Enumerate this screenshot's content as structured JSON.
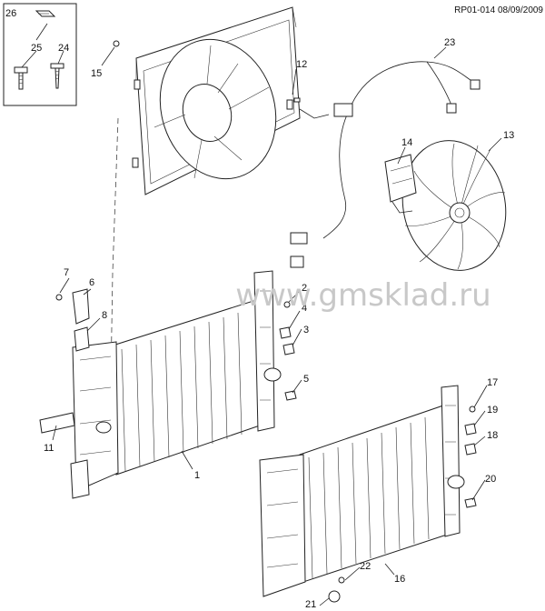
{
  "header": {
    "ref_code": "RP01-014 08/09/2009"
  },
  "watermark": "www.gmsklad.ru",
  "callouts": [
    "1",
    "2",
    "3",
    "4",
    "5",
    "6",
    "7",
    "8",
    "11",
    "12",
    "13",
    "14",
    "15",
    "16",
    "17",
    "18",
    "19",
    "20",
    "21",
    "22",
    "23",
    "24",
    "25",
    "26"
  ]
}
